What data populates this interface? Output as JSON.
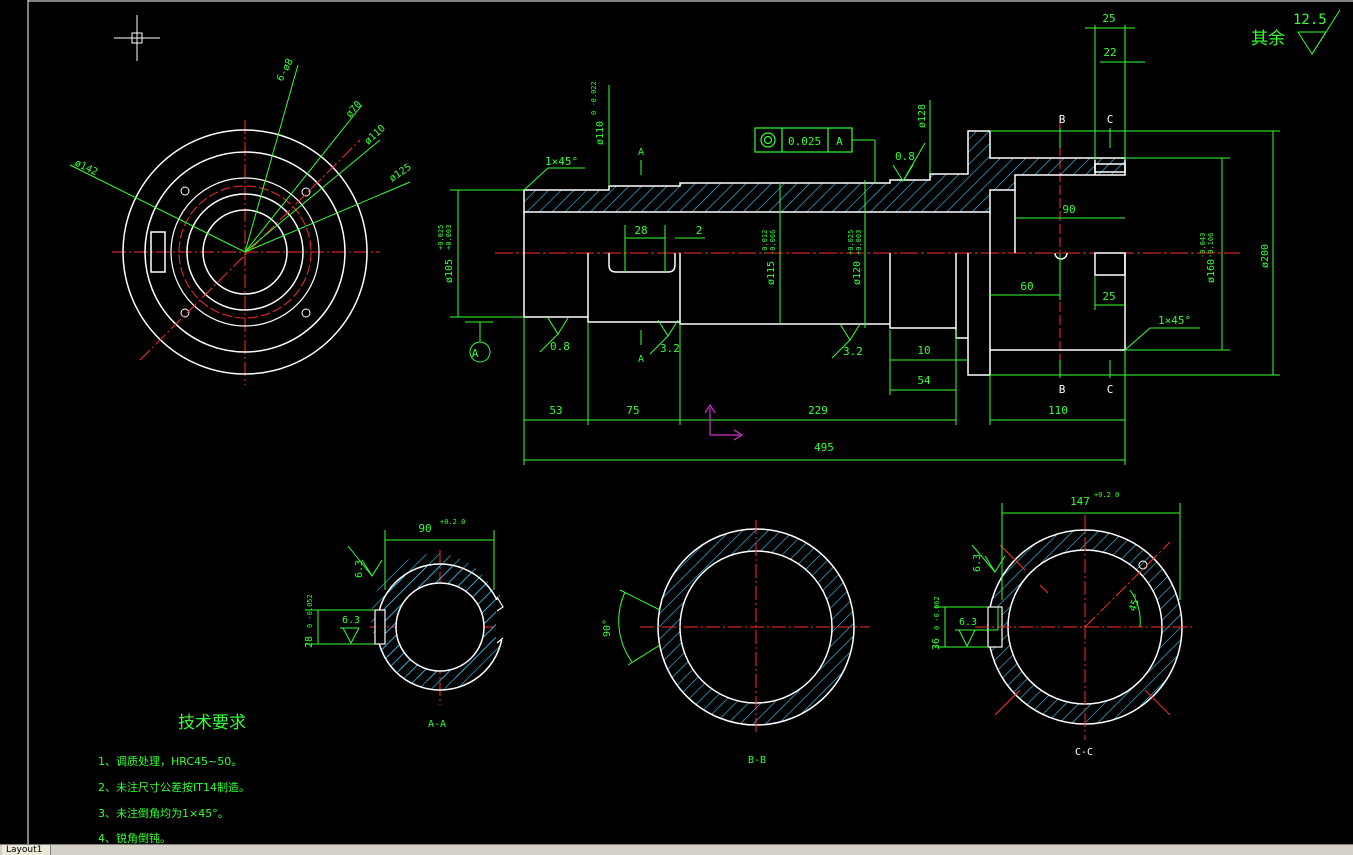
{
  "cad": {
    "layout_tab": "Layout1",
    "colors": {
      "background": "#000000",
      "object": "#ffffff",
      "dimension": "#33ff33",
      "center": "#ff2a2a",
      "hatch": "#33ccff",
      "ucs": "#cc33cc"
    },
    "roughness_default": {
      "prefix": "其余",
      "value": "12.5"
    },
    "main_view": {
      "datum": "A",
      "tolerance_frame": {
        "value": "0.025",
        "datum": "A"
      },
      "chamfer_left": "1×45°",
      "chamfer_right": "1×45°",
      "roughness": [
        "0.8",
        "0.8",
        "3.2",
        "3.2"
      ],
      "section_marks": [
        "A",
        "A",
        "B",
        "B",
        "C",
        "C"
      ],
      "dims": {
        "d105": "ø105",
        "d105_tol_up": "+0.025",
        "d105_tol_dn": "+0.003",
        "d110": "ø110",
        "d110_tol": "0 -0.022",
        "d115": "ø115",
        "d115_tol_up": "-0.012",
        "d115_tol_dn": "-0.066",
        "d120": "ø120",
        "d120_tol_up": "+0.025",
        "d120_tol_dn": "+0.003",
        "d128": "ø128",
        "d160": "ø160",
        "d160_tol_up": "-0.043",
        "d160_tol_dn": "-0.106",
        "d200": "ø200",
        "len_28": "28",
        "len_2": "2",
        "len_53": "53",
        "len_75": "75",
        "len_229": "229",
        "len_495": "495",
        "len_10": "10",
        "len_54": "54",
        "len_110": "110",
        "len_90": "90",
        "len_60": "60",
        "len_25a": "25",
        "len_25b": "25",
        "len_22": "22"
      }
    },
    "end_view": {
      "d142": "ø142",
      "d70": "ø70",
      "d110": "ø110",
      "d125": "ø125",
      "holes": "6-ø8"
    },
    "sections": {
      "aa": {
        "label": "A-A",
        "width": "90",
        "width_tol": "+0.2 0",
        "key": "28",
        "key_tol": "0 -0.052",
        "r1": "6.3",
        "r2": "6.3"
      },
      "bb": {
        "label": "B-B",
        "angle": "90°"
      },
      "cc": {
        "label": "C-C",
        "width": "147",
        "width_tol": "+0.2 0",
        "key": "36",
        "key_tol": "0 -0.062",
        "angle": "45°",
        "r1": "6.3",
        "r2": "6.3"
      }
    },
    "tech_req": {
      "title": "技术要求",
      "items": [
        "1、调质处理，HRC45~50。",
        "2、未注尺寸公差按IT14制造。",
        "3、未注倒角均为1×45°。",
        "4、锐角倒钝。"
      ]
    }
  }
}
